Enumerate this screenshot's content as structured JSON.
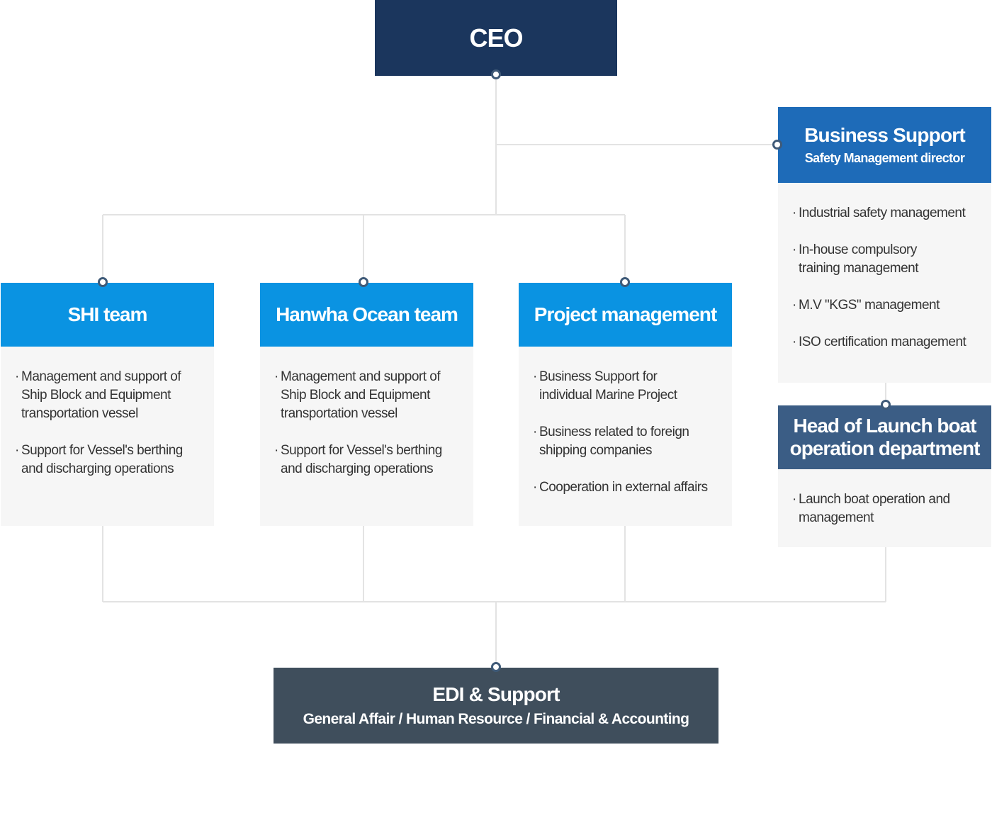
{
  "ceo": {
    "label": "CEO"
  },
  "business_support": {
    "title": "Business Support",
    "subtitle": "Safety Management director",
    "items": [
      "Industrial safety management",
      "In-house compulsory training management",
      "M.V \"KGS\" management",
      "ISO certification management"
    ]
  },
  "teams": [
    {
      "title": "SHI team",
      "items": [
        "Management and support of Ship Block and Equipment transportation vessel",
        "Support for Vessel's berthing and discharging operations"
      ]
    },
    {
      "title": "Hanwha Ocean team",
      "items": [
        "Management and support of Ship Block and Equipment transportation vessel",
        "Support for Vessel's berthing and discharging operations"
      ]
    },
    {
      "title": "Project management",
      "items": [
        "Business Support for individual Marine Project",
        "Business related to foreign shipping companies",
        "Cooperation in external affairs"
      ]
    }
  ],
  "launch_boat": {
    "title": "Head of Launch boat operation department",
    "items": [
      "Launch boat operation and management"
    ]
  },
  "edi": {
    "title": "EDI & Support",
    "subtitle": "General Affair / Human Resource / Financial & Accounting"
  },
  "bullet": "·",
  "colors": {
    "ceo": "#1b365d",
    "business_support": "#1e6bb8",
    "team_header": "#0a93e2",
    "launch_boat": "#3b5d85",
    "edi": "#3f4e5c",
    "card_body": "#f6f6f6",
    "connector": "#e3e3e3",
    "node_dot": "#3f5a78"
  }
}
